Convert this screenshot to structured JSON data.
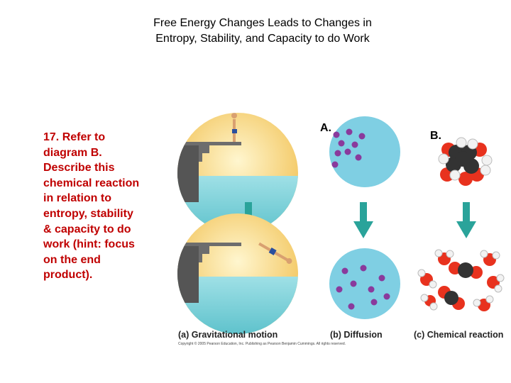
{
  "title": {
    "line1": "Free Energy Changes Leads to Changes in",
    "line2": "Entropy, Stability, and Capacity to do Work"
  },
  "question": {
    "lines": [
      "17. Refer to",
      "diagram B.",
      "Describe this",
      "chemical reaction",
      "in relation to",
      "entropy, stability",
      "& capacity to do",
      "work (hint: focus",
      "on the end",
      "product)."
    ]
  },
  "panel_labels": {
    "a": "A.",
    "b": "B."
  },
  "figure": {
    "captions": {
      "a": "(a) Gravitational motion",
      "b": "(b) Diffusion",
      "c": "(c) Chemical reaction"
    },
    "copyright": "Copyright © 2005 Pearson Education, Inc. Publishing as Pearson Benjamin Cummings. All rights reserved."
  },
  "colors": {
    "question_text": "#c00000",
    "arrow": "#2aa39a",
    "water": "#7fd1d9",
    "diffusion_circle": "#7fcfe3",
    "particle": "#8a3a9c",
    "oxygen": "#e8321e",
    "carbon": "#333333",
    "hydrogen": "#f2f2f2"
  }
}
